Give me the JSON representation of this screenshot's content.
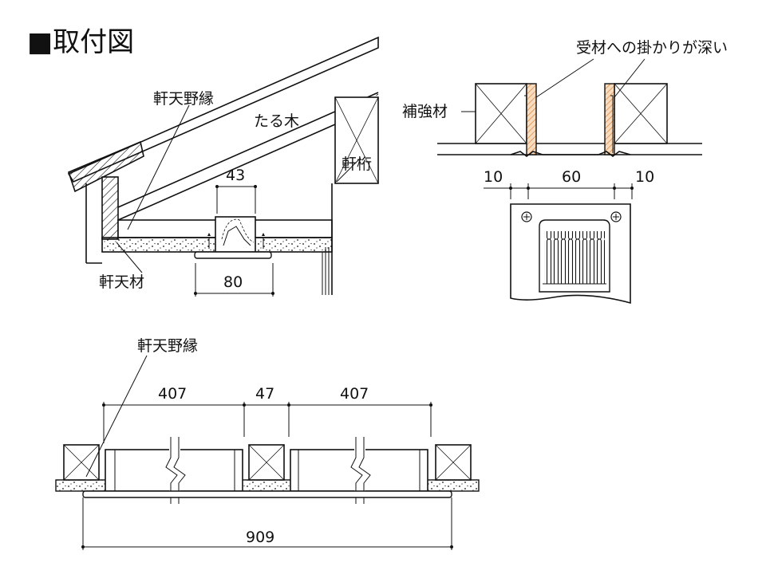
{
  "title": "■取付図",
  "side_section": {
    "label_noten_nobuchi": "軒天野縁",
    "label_taruki": "たる木",
    "label_nokigeta": "軒桁",
    "label_nokiten_zai": "軒天材",
    "dim_opening": "43",
    "dim_flange": "80"
  },
  "detail": {
    "label_receiving": "受材への掛かりが深い",
    "label_reinforcement": "補強材",
    "dim_left": "10",
    "dim_center": "60",
    "dim_right": "10"
  },
  "plan": {
    "label_noten_nobuchi": "軒天野縁",
    "dim_span_left": "407",
    "dim_joist": "47",
    "dim_span_right": "407",
    "dim_total": "909"
  },
  "colors": {
    "line": "#111111",
    "wood_hatch": "#d9823b",
    "background": "#ffffff"
  }
}
